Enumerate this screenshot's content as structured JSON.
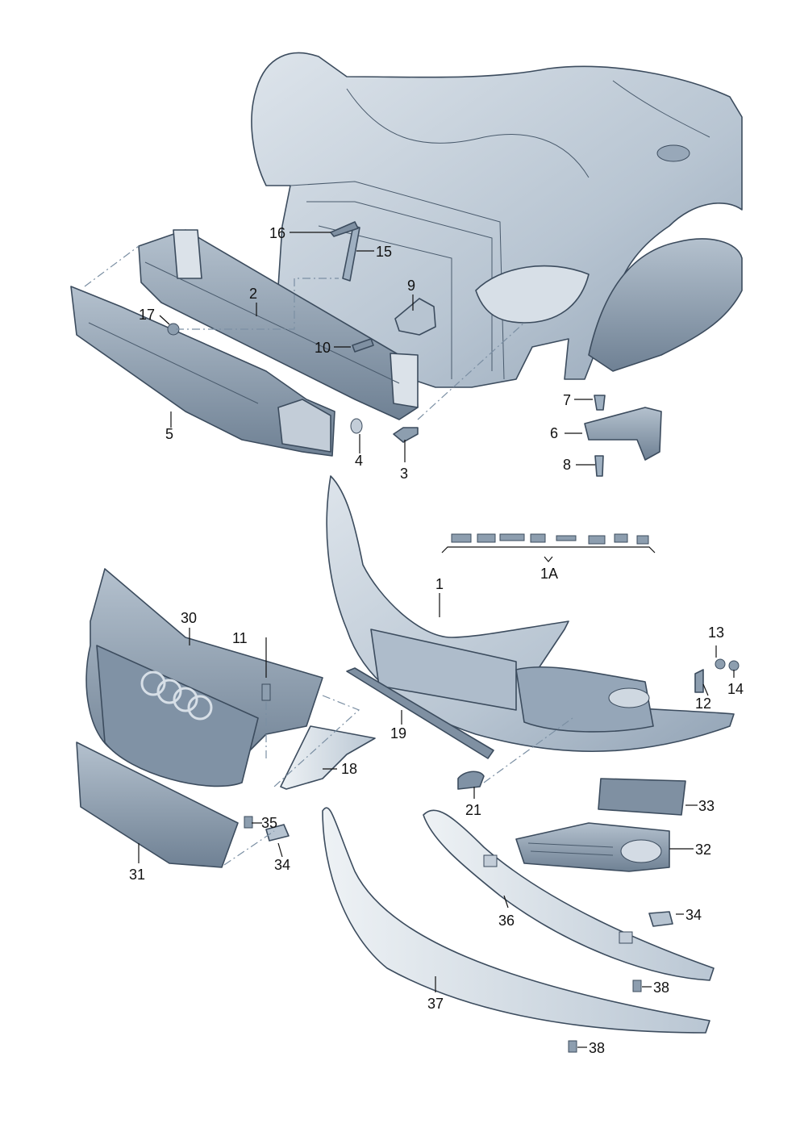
{
  "diagram": {
    "callouts": {
      "c1": "1",
      "c1a": "1A",
      "c2": "2",
      "c3": "3",
      "c4": "4",
      "c5": "5",
      "c6": "6",
      "c7": "7",
      "c8": "8",
      "c9": "9",
      "c10": "10",
      "c11": "11",
      "c12": "12",
      "c13": "13",
      "c14": "14",
      "c15": "15",
      "c16": "16",
      "c17": "17",
      "c18": "18",
      "c19": "19",
      "c21": "21",
      "c30": "30",
      "c31": "31",
      "c32": "32",
      "c33": "33",
      "c34a": "34",
      "c34b": "34",
      "c35": "35",
      "c36": "36",
      "c37": "37",
      "c38a": "38",
      "c38b": "38"
    },
    "colors": {
      "part_light": "#c9d3dd",
      "part_mid": "#a9b6c4",
      "part_dark": "#7f90a2",
      "outline": "#3c4c5e",
      "label": "#111111"
    }
  }
}
